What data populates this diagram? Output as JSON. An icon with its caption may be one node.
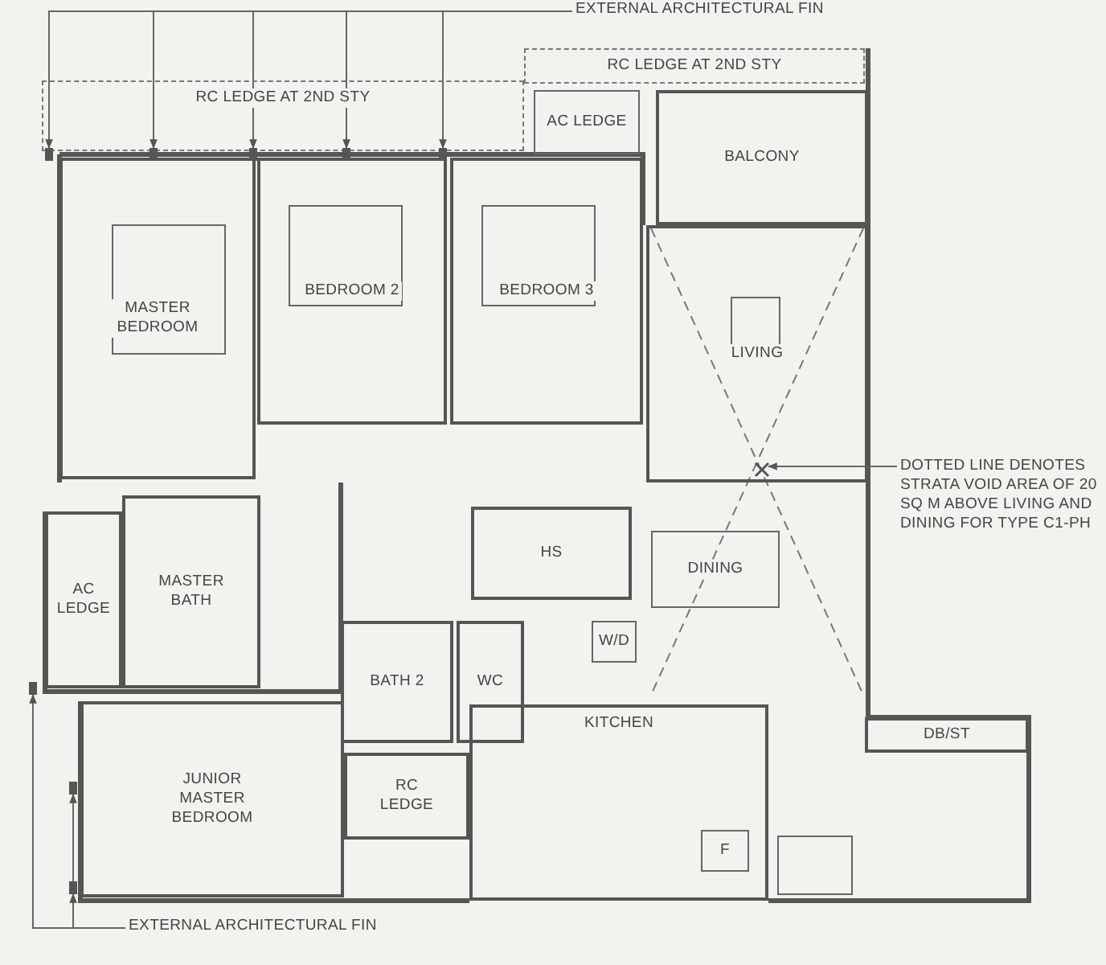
{
  "diagram": {
    "nodes": [
      {
        "text": [
          "EXTERNAL ARCHITECTURAL FIN"
        ]
      },
      {
        "text": [
          "RC LEDGE AT 2ND STY"
        ]
      },
      {
        "text": [
          "RC LEDGE AT 2ND STY"
        ]
      },
      {
        "text": [
          "AC LEDGE"
        ]
      },
      {
        "text": [
          "BALCONY"
        ]
      },
      {
        "text": [
          "MASTER BEDROOM"
        ]
      },
      {
        "text": [
          "BEDROOM 2"
        ]
      },
      {
        "text": [
          "BEDROOM 3"
        ]
      },
      {
        "text": [
          "LIVING"
        ]
      },
      {
        "text": [
          "DOTTED LINE DENOTES STRATA VOID AREA OF 20 SQ M ABOVE LIVING AND DINING FOR TYPE C1-PH"
        ]
      },
      {
        "text": [
          "AC LEDGE"
        ]
      },
      {
        "text": [
          "MASTER BATH"
        ]
      },
      {
        "text": [
          "HS"
        ]
      },
      {
        "text": [
          "DINING"
        ]
      },
      {
        "text": [
          "BATH 2"
        ]
      },
      {
        "text": [
          "W/D"
        ]
      },
      {
        "text": [
          "WC"
        ]
      },
      {
        "text": [
          "DB/ST"
        ]
      },
      {
        "text": [
          "JUNIOR MASTER BEDROOM"
        ]
      },
      {
        "text": [
          "RC LEDGE"
        ]
      },
      {
        "text": [
          "KITCHEN"
        ]
      },
      {
        "text": [
          "F"
        ],
        "in": 20
      },
      {
        "text": [
          "EXTERNAL ARCHITECTURAL FIN"
        ]
      },
      {
        "text": [],
        "shape": "bar"
      },
      {
        "text": [],
        "shape": "bar"
      },
      {
        "text": [],
        "shape": "bar"
      },
      {
        "text": [],
        "shape": "bar"
      },
      {
        "text": [],
        "shape": "bar"
      },
      {
        "text": [],
        "shape": "cross",
        "in": 8
      },
      {
        "text": [],
        "shape": "bar"
      },
      {
        "text": [],
        "shape": "bar"
      },
      {
        "text": [],
        "shape": "bar"
      }
    ],
    "edges": [
      {
        "from": 0,
        "to": 23,
        "arrow": "to"
      },
      {
        "from": 0,
        "to": 24,
        "arrow": "to"
      },
      {
        "from": 0,
        "to": 25,
        "arrow": "to"
      },
      {
        "from": 0,
        "to": 26,
        "arrow": "to"
      },
      {
        "from": 0,
        "to": 27,
        "arrow": "to"
      },
      {
        "from": 9,
        "to": 28,
        "arrow": "to"
      },
      {
        "from": 22,
        "to": 29,
        "arrow": "to"
      },
      {
        "from": 22,
        "to": 30,
        "arrow": "to"
      },
      {
        "from": 22,
        "to": 31,
        "arrow": "to"
      }
    ]
  }
}
